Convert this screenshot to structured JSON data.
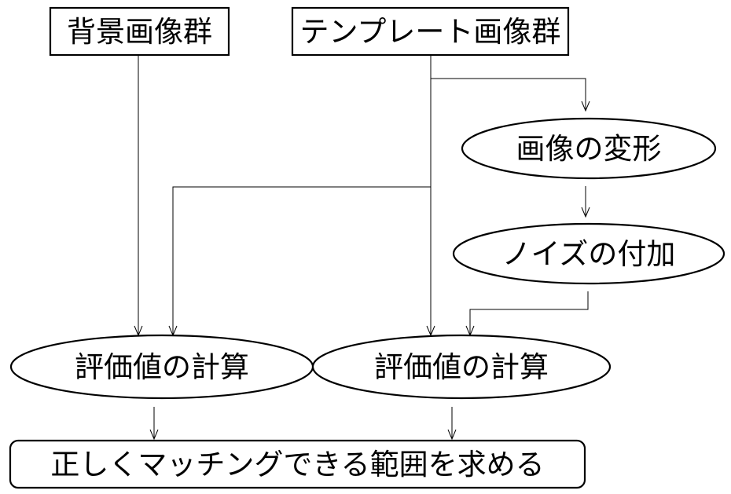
{
  "nodes": {
    "background_images": "背景画像群",
    "template_images": "テンプレート画像群",
    "image_deformation": "画像の変形",
    "noise_addition": "ノイズの付加",
    "evaluation_left": "評価値の計算",
    "evaluation_right": "評価値の計算",
    "result": "正しくマッチングできる範囲を求める"
  },
  "colors": {
    "stroke": "#000000",
    "fill": "#ffffff",
    "text": "#000000"
  }
}
